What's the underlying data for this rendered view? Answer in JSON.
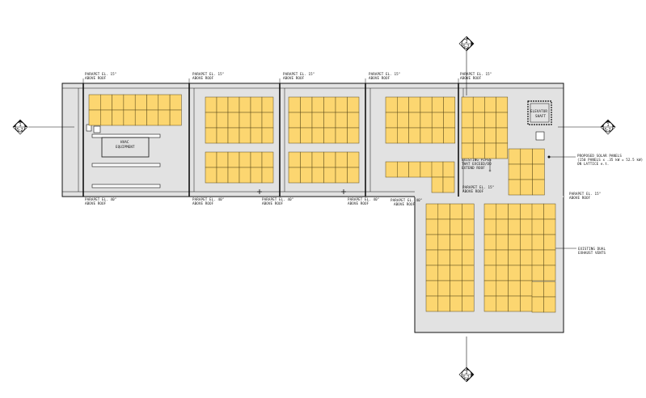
{
  "drawing": {
    "section_markers": [
      {
        "id": "left",
        "number": "1",
        "sheet": "S-2"
      },
      {
        "id": "right",
        "number": "1",
        "sheet": "S-2"
      },
      {
        "id": "top",
        "number": "2",
        "sheet": "S-2"
      },
      {
        "id": "bottom",
        "number": "2",
        "sheet": "S-2"
      }
    ],
    "parapet_labels_top": [
      {
        "line1": "PARAPET EL. 15\"",
        "line2": "ABOVE ROOF"
      },
      {
        "line1": "PARAPET EL. 15\"",
        "line2": "ABOVE ROOF"
      },
      {
        "line1": "PARAPET EL. 15\"",
        "line2": "ABOVE ROOF"
      },
      {
        "line1": "PARAPET EL. 15\"",
        "line2": "ABOVE ROOF"
      },
      {
        "line1": "PARAPET EL. 15\"",
        "line2": "ABOVE ROOF"
      }
    ],
    "parapet_labels_bottom": [
      {
        "line1": "PARAPET EL. 40\"",
        "line2": "ABOVE ROOF"
      },
      {
        "line1": "PARAPET EL. 40\"",
        "line2": "ABOVE ROOF"
      },
      {
        "line1": "PARAPET EL. 40\"",
        "line2": "ABOVE ROOF"
      },
      {
        "line1": "PARAPET EL. 40\"",
        "line2": "ABOVE ROOF"
      }
    ],
    "parapet_label_mid": {
      "line1": "PARAPET EL. 15\"",
      "line2": "ABOVE ROOF"
    },
    "parapet_label_lower_left": {
      "line1": "PARAPET EL. 40\"",
      "line2": "ABOVE ROOF"
    },
    "parapet_label_lower_right": {
      "line1": "PARAPET EL. 15\"",
      "line2": "ABOVE ROOF"
    },
    "hvac": {
      "line1": "HVAC",
      "line2": "EQUIPMENT"
    },
    "elevator": {
      "line1": "ELEVATOR",
      "line2": "SHAFT"
    },
    "existing_pipes": {
      "line1": "EXISTING PIPES",
      "line2": "THAT EXCEED/DO",
      "line3": "EXTEND ROOF"
    },
    "solar_note": {
      "line1": "PROPOSED SOLAR PANELS",
      "line2": "(150 PANELS x .35 kW = 52.5 kW)",
      "line3": "ON LATTICE e.t."
    },
    "vents_note": {
      "line1": "EXISTING DUAL",
      "line2": "EXHAUST VENTS"
    },
    "colors": {
      "panel": "#fcd670",
      "panel_stroke": "#5a4a1a",
      "roof": "#e2e2e2",
      "line": "#111111"
    }
  }
}
